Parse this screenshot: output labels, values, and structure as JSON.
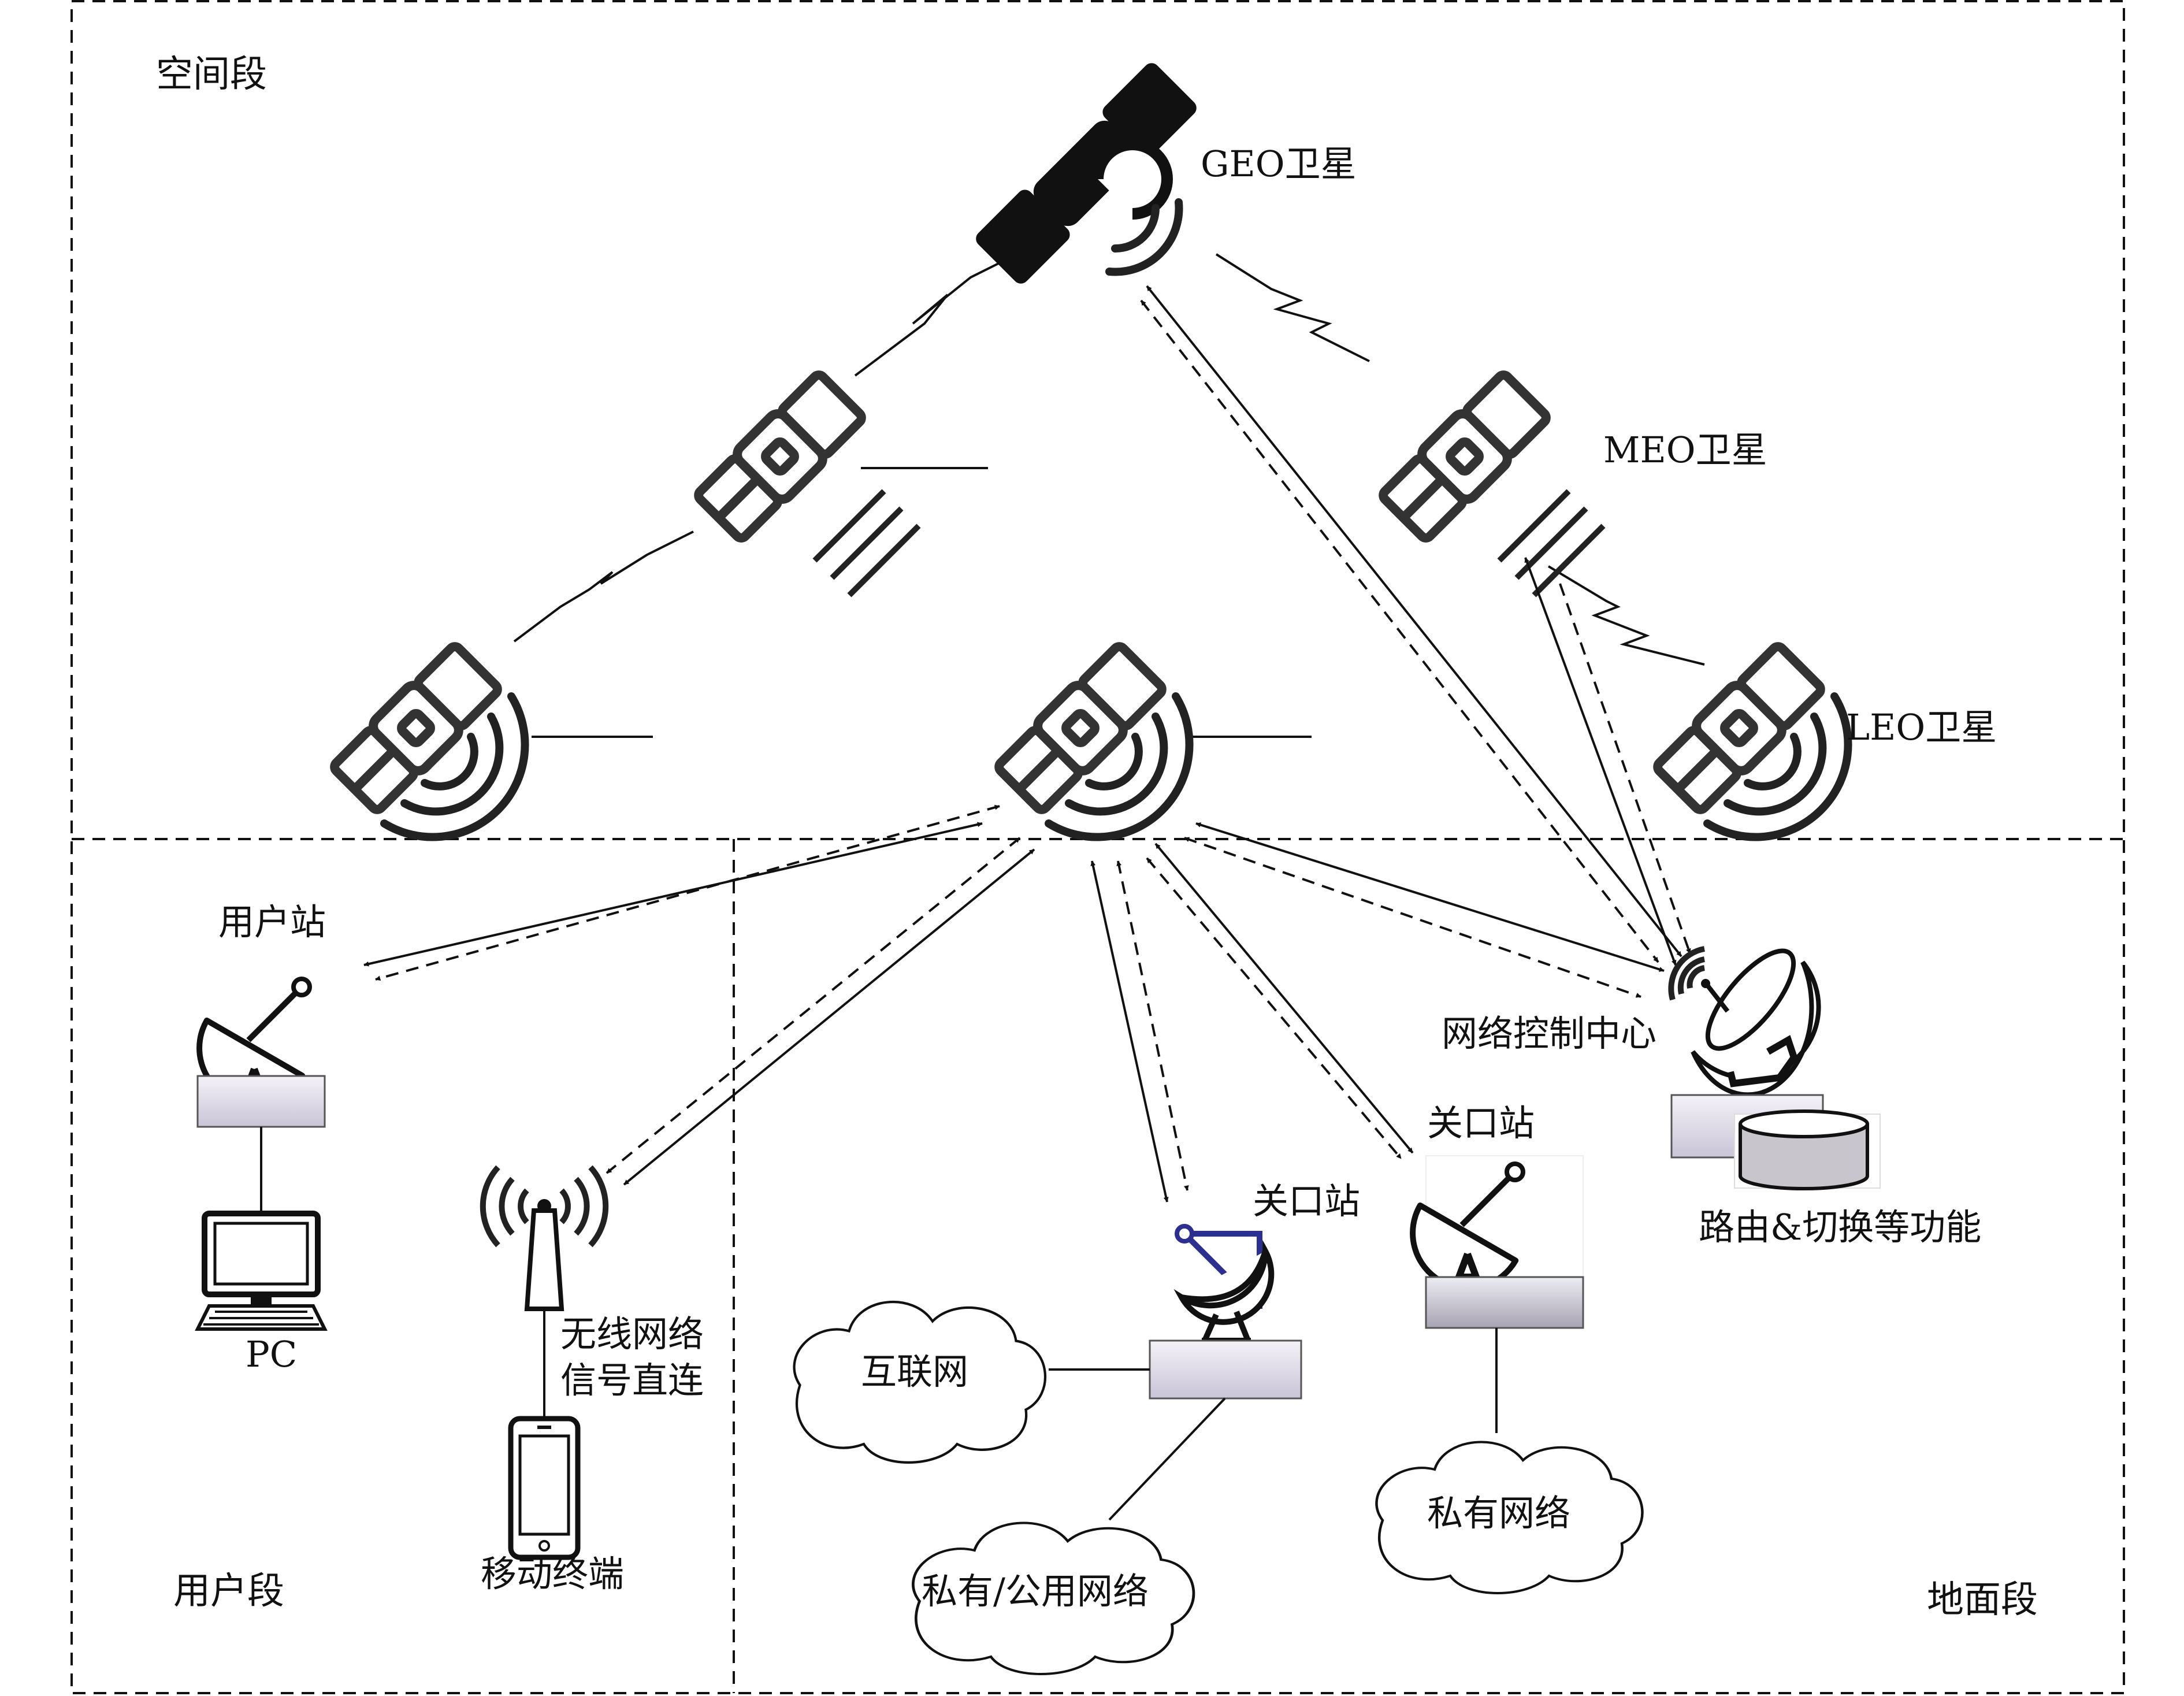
{
  "segments": {
    "space": "空间段",
    "user": "用户段",
    "ground": "地面段"
  },
  "satellites": {
    "geo": "GEO卫星",
    "meo": "MEO卫星",
    "leo": "LEO卫星"
  },
  "user_segment": {
    "user_station": "用户站",
    "pc": "PC",
    "wireless_line1": "无线网络",
    "wireless_line2": "信号直连",
    "mobile": "移动终端"
  },
  "ground_segment": {
    "gateway_1": "关口站",
    "gateway_2": "关口站",
    "ncc": "网络控制中心",
    "routing": "路由&切换等功能",
    "internet": "互联网",
    "private_public": "私有/公用网络",
    "private": "私有网络"
  },
  "colors": {
    "line": "#111111",
    "box_top": "#f4f2f8",
    "box_bottom": "#c9c4d6",
    "antenna_frame": "#2b2f8f"
  }
}
